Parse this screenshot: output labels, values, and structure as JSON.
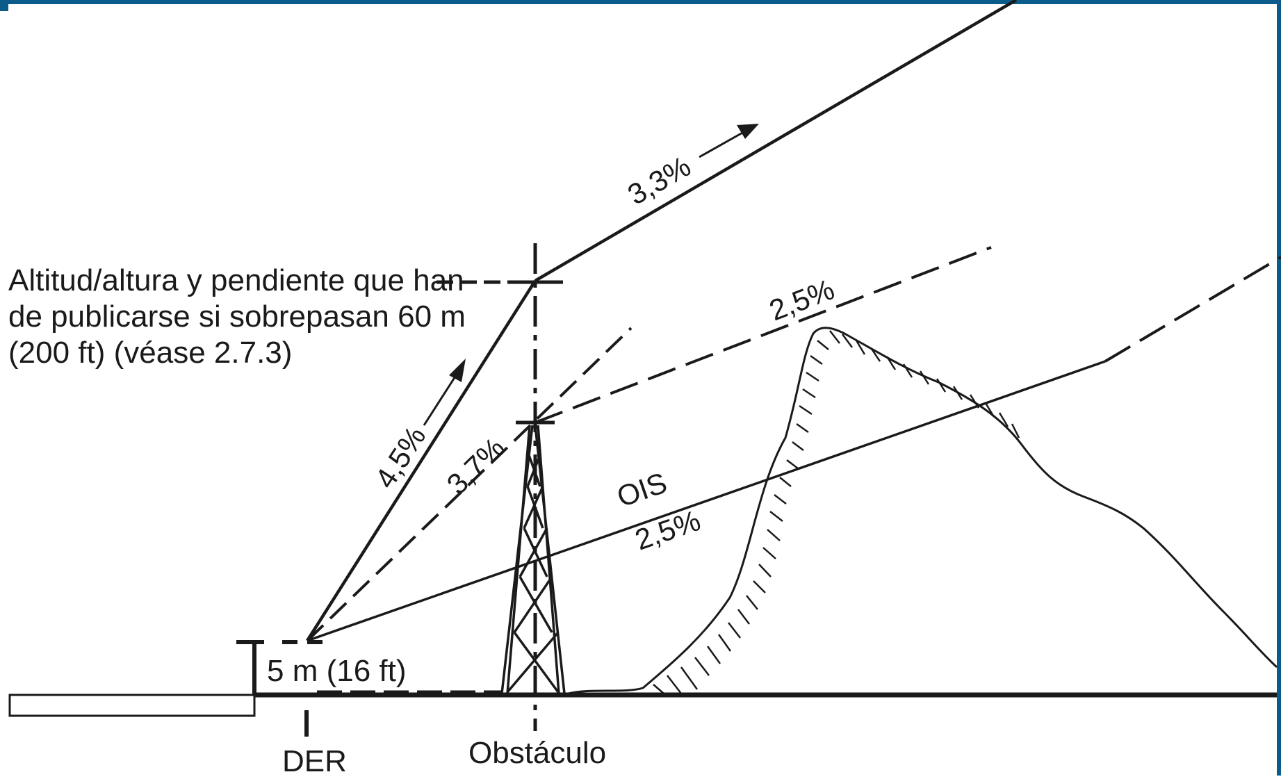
{
  "diagram": {
    "frame_colors": {
      "top_bar": "#0b5c8a",
      "right_bar": "#0b5c8a"
    },
    "note": [
      "Altitud/altura y pendiente que han",
      "de publicarse si sobrepasan 60 m",
      "(200 ft) (véase 2.7.3)"
    ],
    "height_label": "5 m (16 ft)",
    "der_label": "DER",
    "obstacle_label": "Obstáculo",
    "ois_label": "OIS",
    "gradients": {
      "g45": "4,5%",
      "g37": "3,7%",
      "g33": "3,3%",
      "g25_upper": "2,5%",
      "g25_ois": "2,5%"
    },
    "icons": [
      "arrow-up-icon",
      "arrow-up-right-icon"
    ]
  }
}
